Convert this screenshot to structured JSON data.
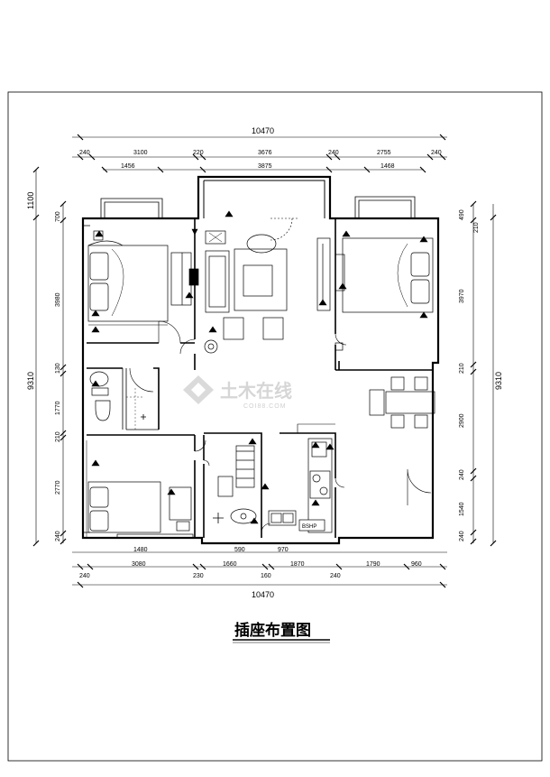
{
  "title": "插座布置图",
  "watermark": {
    "name": "土木在线",
    "site": "COI88.COM"
  },
  "dims": {
    "top_total": "10470",
    "top_row1": [
      "240",
      "3100",
      "220",
      "3676",
      "240",
      "2755",
      "240"
    ],
    "top_row2": [
      "1456",
      "3875",
      "1468"
    ],
    "bottom_row1": [
      "1480",
      "590",
      "970"
    ],
    "bottom_row2": [
      "240",
      "3080",
      "230",
      "1660",
      "160",
      "1870",
      "240",
      "1790",
      "960"
    ],
    "bottom_total": "10470",
    "left_total": "9310",
    "left_ext": "1100",
    "left_segments": [
      "700",
      "3980",
      "130",
      "1770",
      "210",
      "2770",
      "240"
    ],
    "right_total": "9310",
    "right_segments": [
      "490",
      "210",
      "3970",
      "210",
      "2900",
      "240",
      "1540",
      "240"
    ]
  },
  "labels": {
    "fridge": "BSHP"
  }
}
